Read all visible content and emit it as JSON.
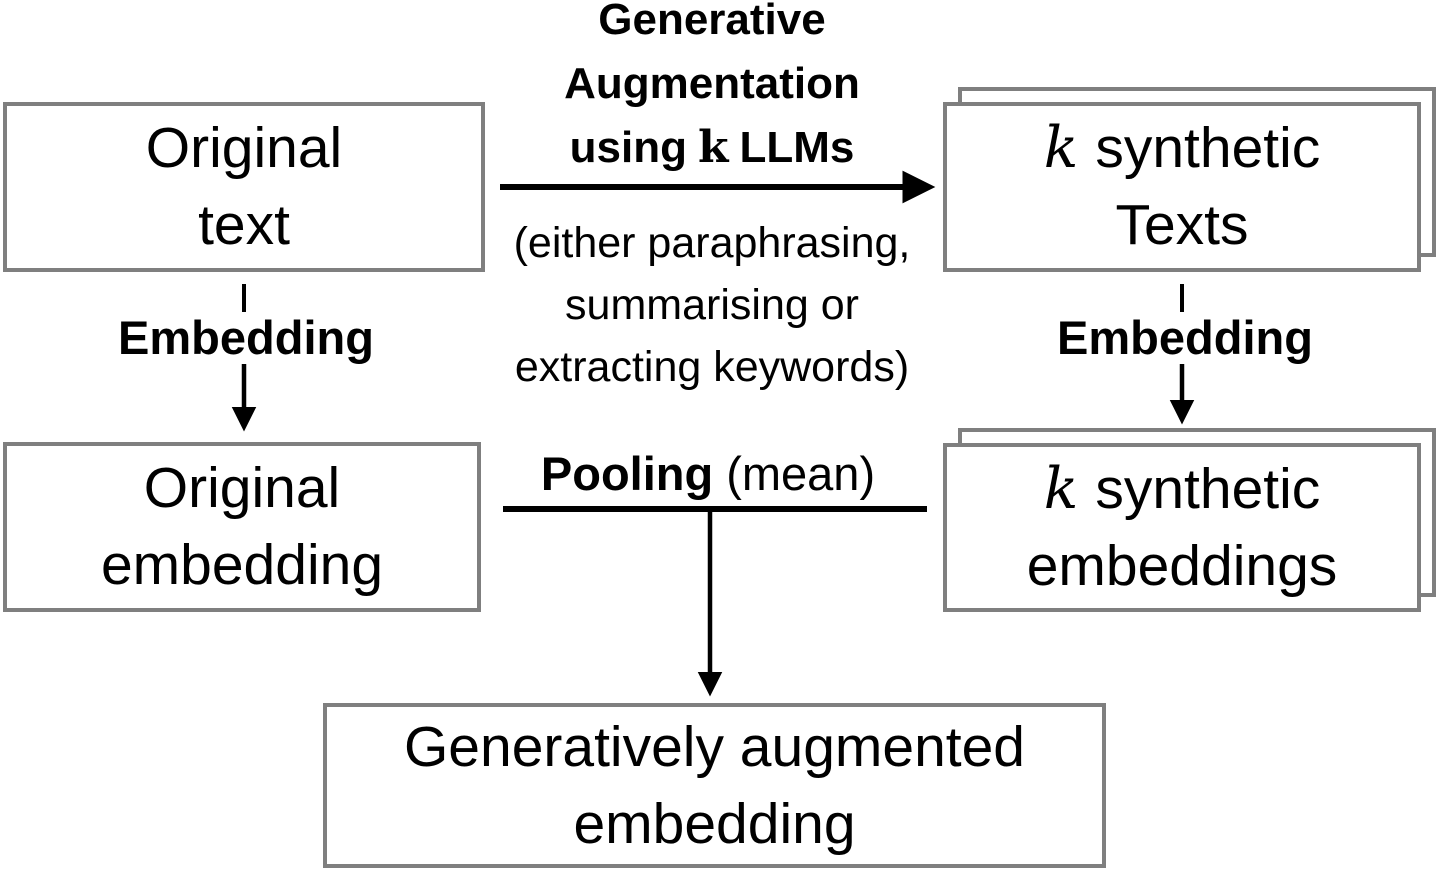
{
  "colors": {
    "box_border": "#7f7f7f",
    "text": "#000000",
    "line": "#000000",
    "background": "#ffffff"
  },
  "boxes": {
    "original_text": {
      "line1": "Original",
      "line2": "text"
    },
    "synthetic_texts": {
      "k": "k",
      "line1_rest": "synthetic",
      "line2": "Texts"
    },
    "original_embedding": {
      "line1": "Original",
      "line2": "embedding"
    },
    "synthetic_embeddings": {
      "k": "k",
      "line1_rest": "synthetic",
      "line2": "embeddings"
    },
    "augmented_embedding": {
      "line1": "Generatively augmented",
      "line2": "embedding"
    }
  },
  "arrows": {
    "generative_augmentation": {
      "title_line1": "Generative",
      "title_line2": "Augmentation",
      "title_line3_prefix": "using",
      "title_line3_k": "k",
      "title_line3_suffix": "LLMs",
      "note_line1": "(either paraphrasing,",
      "note_line2": "summarising or",
      "note_line3": "extracting keywords)"
    },
    "embedding_left": {
      "label": "Embedding"
    },
    "embedding_right": {
      "label": "Embedding"
    },
    "pooling": {
      "label_bold": "Pooling",
      "label_rest": "(mean)"
    }
  }
}
